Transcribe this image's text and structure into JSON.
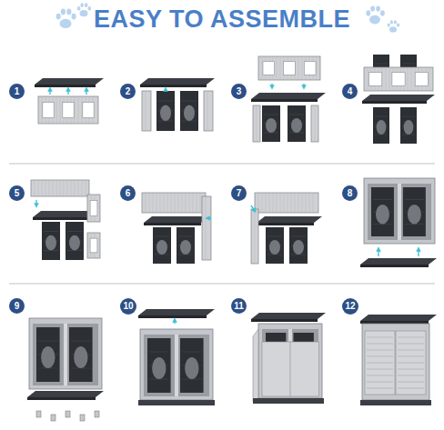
{
  "diagram": {
    "title": "EASY TO ASSEMBLE",
    "nodes": [
      {
        "text": [
          "1"
        ]
      },
      {
        "text": [
          "2"
        ]
      },
      {
        "text": [
          "3"
        ]
      },
      {
        "text": [
          "4"
        ]
      },
      {
        "text": [
          "5"
        ]
      },
      {
        "text": [
          "6"
        ]
      },
      {
        "text": [
          "7"
        ]
      },
      {
        "text": [
          "8"
        ]
      },
      {
        "text": [
          "9"
        ]
      },
      {
        "text": [
          "10"
        ]
      },
      {
        "text": [
          "11"
        ]
      },
      {
        "text": [
          "12"
        ]
      }
    ]
  }
}
